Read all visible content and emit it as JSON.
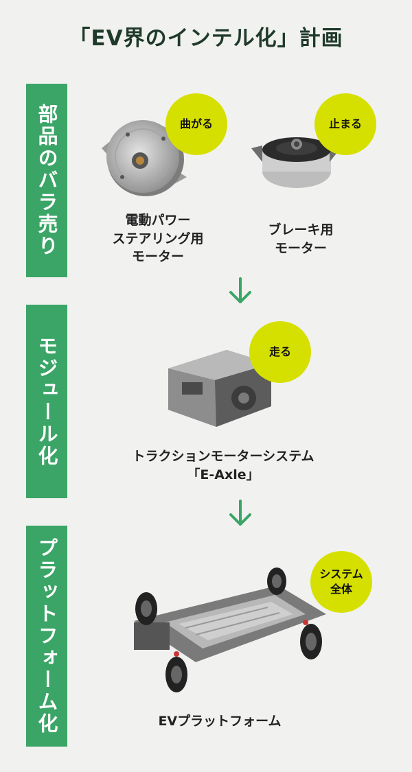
{
  "title": "「EV界のインテル化」計画",
  "stages": [
    {
      "label": "部品のバラ売り"
    },
    {
      "label": "モジュール化"
    },
    {
      "label": "プラットフォーム化"
    }
  ],
  "badges": {
    "steer": "曲がる",
    "brake": "止まる",
    "drive": "走る",
    "system_line1": "システム",
    "system_line2": "全体"
  },
  "captions": {
    "eps_line1": "電動パワー",
    "eps_line2": "ステアリング用",
    "eps_line3": "モーター",
    "brake_line1": "ブレーキ用",
    "brake_line2": "モーター",
    "eaxle_line1": "トラクションモーターシステム",
    "eaxle_line2": "「E-Axle」",
    "platform_line1": "EVプラットフォーム"
  },
  "colors": {
    "band": "#3aa566",
    "badge": "#d6e000",
    "arrow": "#3aa566"
  },
  "icons": [
    "eps-motor-icon",
    "brake-motor-icon",
    "e-axle-icon",
    "ev-platform-icon",
    "arrow-down-icon"
  ]
}
